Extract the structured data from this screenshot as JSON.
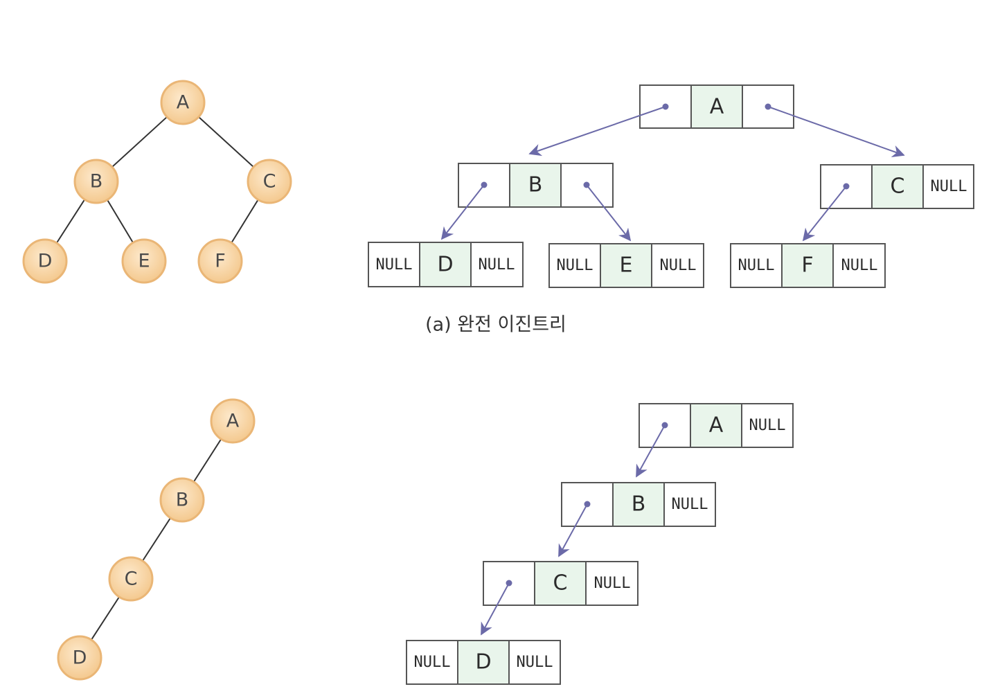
{
  "diagram_a": {
    "caption": "(a) 완전 이진트리",
    "tree_nodes": [
      "A",
      "B",
      "C",
      "D",
      "E",
      "F"
    ],
    "linked_nodes": [
      {
        "left": "•",
        "data": "A",
        "right": "•"
      },
      {
        "left": "•",
        "data": "B",
        "right": "•"
      },
      {
        "left": "•",
        "data": "C",
        "right": "NULL"
      },
      {
        "left": "NULL",
        "data": "D",
        "right": "NULL"
      },
      {
        "left": "NULL",
        "data": "E",
        "right": "NULL"
      },
      {
        "left": "NULL",
        "data": "F",
        "right": "NULL"
      }
    ]
  },
  "diagram_b": {
    "tree_nodes": [
      "A",
      "B",
      "C",
      "D"
    ],
    "linked_nodes": [
      {
        "left": "•",
        "data": "A",
        "right": "NULL"
      },
      {
        "left": "•",
        "data": "B",
        "right": "NULL"
      },
      {
        "left": "•",
        "data": "C",
        "right": "NULL"
      },
      {
        "left": "NULL",
        "data": "D",
        "right": "NULL"
      }
    ]
  },
  "colors": {
    "node_fill": "#f7d6a6",
    "node_stroke": "#eab676",
    "data_cell_fill": "#e9f5eb",
    "arrow": "#6b6aa8",
    "cell_border": "#555555"
  }
}
